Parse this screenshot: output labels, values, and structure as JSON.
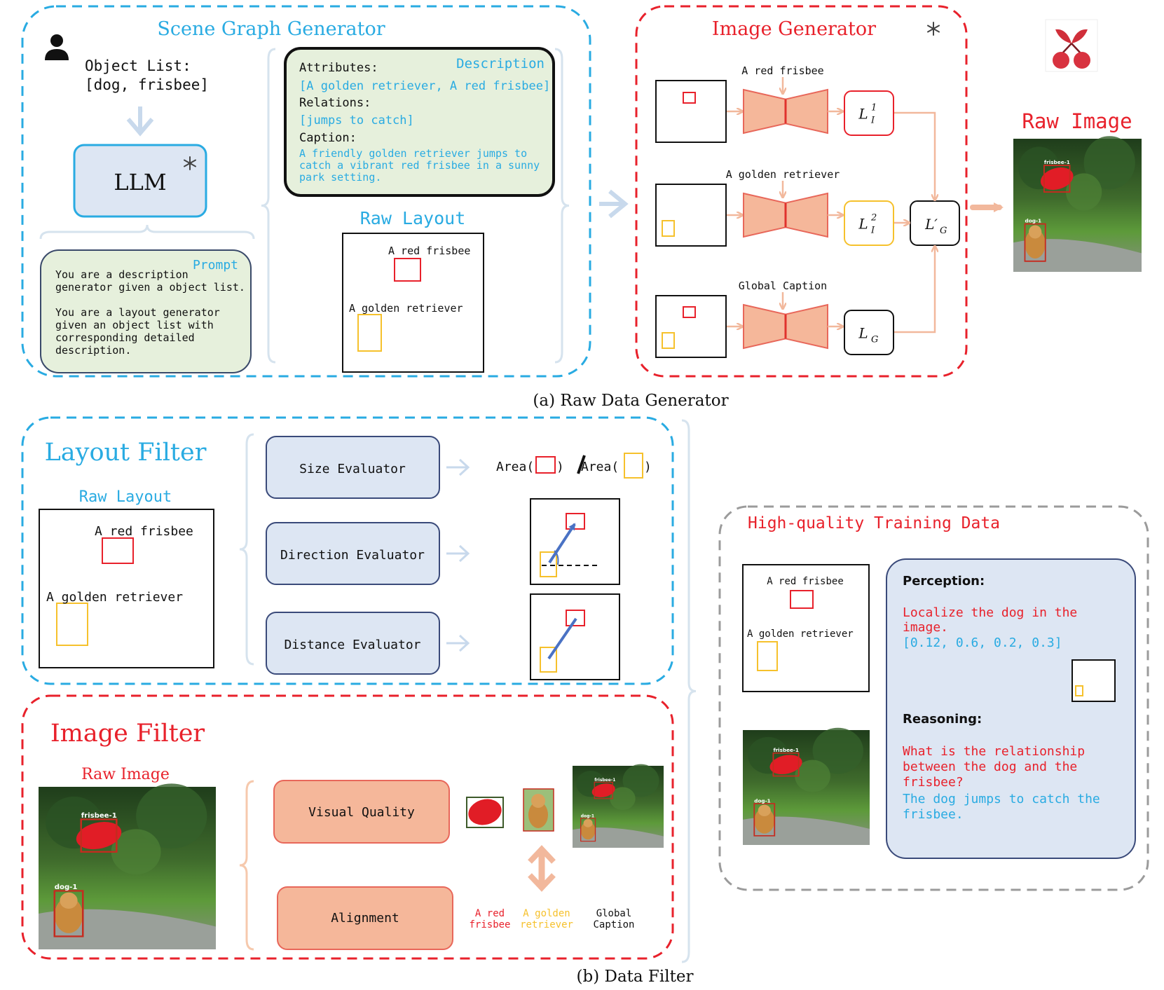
{
  "colors": {
    "blue": "#29abe2",
    "red": "#e8212b",
    "orange_fill": "#f5b79a",
    "orange_stroke": "#e8675a",
    "yellow": "#f6c12c",
    "green_box": "#e6f0dc",
    "blue_box": "#dde6f3",
    "gray": "#9b9b9b",
    "light_arrow": "#c8d9ec"
  },
  "icons": {
    "user": "user-icon",
    "snowflake": "snowflake-icon",
    "cherry": "cherry-logo-icon",
    "photo": "dog-frisbee-photo"
  },
  "scene_graph": {
    "title": "Scene Graph Generator",
    "object_list_label": "Object List:",
    "object_list_value": "[dog, frisbee]",
    "llm_label": "LLM",
    "prompt_tag": "Prompt",
    "prompt_lines": [
      "You are a description",
      "generator given a object list.",
      "",
      "You are a layout generator",
      "given an object list with",
      "corresponding detailed",
      "description."
    ],
    "description_tag": "Description",
    "attributes_label": "Attributes:",
    "attributes_value": "[A golden retriever, A red frisbee]",
    "relations_label": "Relations:",
    "relations_value": "[jumps to catch]",
    "caption_label": "Caption:",
    "caption_lines": [
      "A friendly golden retriever jumps to",
      "catch a vibrant red frisbee in a sunny",
      "park setting."
    ],
    "raw_layout_title": "Raw Layout",
    "layout_label_1": "A red frisbee",
    "layout_label_2": "A golden retriever"
  },
  "image_generator": {
    "title": "Image Generator",
    "branch_captions": [
      "A red frisbee",
      "A golden retriever",
      "Global Caption"
    ],
    "latent_labels": [
      "L",
      "L",
      "L"
    ],
    "latent_sup": [
      "1",
      "2",
      ""
    ],
    "latent_sub": [
      "I",
      "I",
      "G"
    ],
    "combined_label": "L′",
    "combined_sub": "G",
    "raw_image_title": "Raw Image"
  },
  "caption_a": "(a) Raw Data Generator",
  "layout_filter": {
    "title": "Layout Filter",
    "raw_layout_title": "Raw Layout",
    "label_1": "A red frisbee",
    "label_2": "A golden retriever",
    "evaluators": [
      "Size Evaluator",
      "Direction Evaluator",
      "Distance Evaluator"
    ],
    "area_text": [
      "Area(",
      ")",
      "Area(",
      ")"
    ]
  },
  "image_filter": {
    "title": "Image Filter",
    "raw_image_title": "Raw Image",
    "checks": [
      "Visual Quality",
      "Alignment"
    ],
    "align_labels": [
      [
        "A red",
        "frisbee"
      ],
      [
        "A golden",
        "retriever"
      ],
      [
        "Global",
        "Caption"
      ]
    ]
  },
  "training_data": {
    "title": "High-quality Training Data",
    "label_1": "A red frisbee",
    "label_2": "A golden retriever",
    "perception_heading": "Perception:",
    "perception_question": [
      "Localize the dog in the",
      "image."
    ],
    "perception_answer": "[0.12, 0.6, 0.2, 0.3]",
    "reasoning_heading": "Reasoning:",
    "reasoning_question": [
      "What is the relationship",
      "between the dog and the",
      "frisbee?"
    ],
    "reasoning_answer": [
      "The dog jumps to catch the",
      "frisbee."
    ]
  },
  "photo_tags": [
    "frisbee-1",
    "dog-1"
  ],
  "caption_b": "(b) Data Filter"
}
